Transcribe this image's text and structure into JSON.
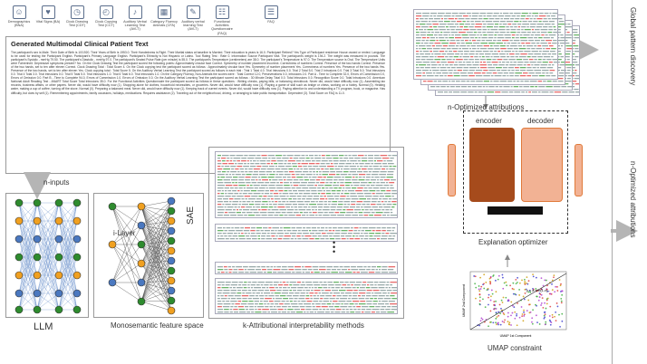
{
  "icons": [
    {
      "name": "demographics-icon",
      "label": "Demographics (BNA)",
      "glyph": "☺"
    },
    {
      "name": "vital-signs-icon",
      "label": "Vital Signs (BA)",
      "glyph": "♥"
    },
    {
      "name": "clock-drawing-icon",
      "label": "Clock Drawing Test (CDT)",
      "glyph": "◷"
    },
    {
      "name": "clock-copying-icon",
      "label": "Clock Copying Test (CCT)",
      "glyph": "◴"
    },
    {
      "name": "auditory-verbal-icon",
      "label": "Auditory Verbal Learning Test (AVLT)",
      "glyph": "♪"
    },
    {
      "name": "category-fluency-icon",
      "label": "Category Fluency Animals (CFA)",
      "glyph": "▦"
    },
    {
      "name": "auditory-learning-icon",
      "label": "Auditory verbal learning Test (AVLT)",
      "glyph": "✎"
    },
    {
      "name": "functional-activities-icon",
      "label": "Functional Activities Questionnaire (FAQ)",
      "glyph": "☷"
    },
    {
      "name": "gap-icon",
      "label": "",
      ".": "",
      "glyph": ""
    },
    {
      "name": "faq-icon",
      "label": "FAQ",
      "glyph": "☰"
    }
  ],
  "textbox": {
    "title": "Generated Multimodal Clinical Patient Text",
    "body": "The participant's sex is Male. Their Date of Birth is 10/1920. Their Years of Birth is 1953.0. Their Handedness is Right. Their Marital status at baseline is Married. Their education is years is 16.0. Participant Retired? Yes Type of Participant residence House owned or rented. Language to be used for testing the Participant English. Participant's Primary Language English. Participant's Ethnicity is Not Hispanic or Latino. Tool Rating Test : Rate 0. Information Source Participant Visit. The participant's weight is 194.2. The weight was measured in pounds. The participant's Systolic - mmHg 79.50. The participant's Diastolic - mmHg 97.0. The participant's Seated Pulse Rate (per minute) is 55.0. The participant's Temperature (centimeters) are 38.0. The participant's Temperature is 97.0. The Temperature source is Oral. The Temperature Units were Fahrenheit. Depressive symptoms present? No. On the Clock Drawing Test the participant scored the following points: Approximately circular face Correct. Symmetry of number placement Incorrect. Correctness of numbers Correct. Presence of the two hands Correct. Presence of the two hands, set to ten after eleven Correct. Clock Drawing Total : Total Score 4. On the Clock copying test the participant scored as follows : Approximately circular face Yes. Symmetry of number placement Yes. Correctness of numbers Yes. Presence of the two hands Yes. Presence of the two hands, set to ten after eleven Yes. Clock copying total : Total Score 5. On the Auditory Verbal Learning Test the participant scored as follows in each trial : Trial 1 Total 4.0. Trial Intrusions 0.0. Trial 2 Total 5.0. Trial 2 Intrusions 0.0. Trial 3 Total 5.0. Trial Intrusions 0.0. Trial 4 Total 3.0. Trial Intrusions 0.0. Trial 5 Total 5.0. Trial Intrusions 1.0. Trial 6 Total 6.0. Trial Intrusions 1.0. On the Category Fluency, Non-Animals the scores were : Total Correct 12.0, Perseverations 0.0, Intrusions 2.0. Part A - Time to Complete 32.0, Errors of Commission 0.0, Errors of Omission 0.0. Part B - Time to Complete 94.0, Errors of Commission 1.0, Errors of Omission 0.0. On the Auditory Verbal Learning Test the participant scored as follows : 30 Minute Delay Total 0.0. Total Intrusions 0.0. Recognition Score 0.0. Total Intrusions 0.0. American National Adult Reading Test - ANART Total Score Total Intrusions 35.0. For the Functional Activities Questionnaire the participant scored as follows in these questions : Writing checks, paying bills, or balancing checkbook. Never did, would have difficulty now (1). Assembling tax records, business affairs, or other papers. Never did, would have difficulty now (1). Shopping alone for clothes, household necessities, or groceries. Never did, would have difficulty now (1). Playing a game of skill such as bridge or chess, working on a hobby. Normal (0). Heating water, making a cup of coffee, turning off the stove. Normal (0). Preparing a balanced meal. Never did, would have difficulty now (1). Keeping track of current events. Never did, would have difficulty now (1). Paying attention to and understanding a TV program, book, or magazine. Has difficulty, but does by self (1). Remembering appointments, family occasions, holidays, medications. Requires assistance (2). Traveling out of the neighborhood, driving, or arranging to take public transportation. Dependent (3). Total Score on FAQ is 11.0."
  },
  "labels": {
    "n_inputs": "n-inputs",
    "llm": "LLM",
    "i_layer": "i-Layer",
    "sae": "SAE",
    "monosemantic": "Monosemantic feature space",
    "k_attributional": "k-Attributional interpretability methods",
    "n_optimized_attr": "n-Optimized attributions",
    "global_pattern": "Global pattern discovery",
    "n_optimized_attr_side": "n-Optimized attributions",
    "encoder": "encoder",
    "decoder": "decoder",
    "explanation_optimizer": "Explanation optimizer",
    "umap_constraint": "UMAP constraint",
    "ellipsis": "•\n•\n•",
    "umap_xlabel": "UMAP 1st Component",
    "umap_ylabel": "UMAP 2nd Component",
    "umap_annotation": "y = a·x^b(1-x)..."
  },
  "colors": {
    "encoder_fill": "#a64b1c",
    "decoder_fill": "#f2b294",
    "orange_border": "#e07a3a",
    "node_green": "#2e8b2e",
    "node_orange": "#f0a020",
    "node_blue": "#4a78c0",
    "highlight_red": "#e66a6a",
    "highlight_green": "#6ab46a"
  }
}
